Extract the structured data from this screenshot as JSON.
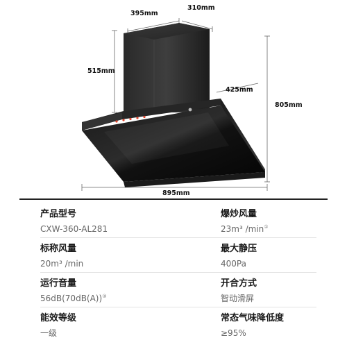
{
  "dimensions": {
    "top_width": "395mm",
    "top_depth": "310mm",
    "chimney_height": "515mm",
    "panel_depth": "425mm",
    "total_height": "805mm",
    "total_width": "895mm"
  },
  "specs": [
    {
      "label": "产品型号",
      "value": "CXW-360-AL281",
      "note": ""
    },
    {
      "label": "爆炒风量",
      "value": "23m³ /min",
      "note": "①"
    },
    {
      "label": "标称风量",
      "value": "20m³ /min",
      "note": ""
    },
    {
      "label": "最大静压",
      "value": "400Pa",
      "note": ""
    },
    {
      "label": "运行音量",
      "value": "56dB(70dB(A))",
      "note": "③"
    },
    {
      "label": "开合方式",
      "value": "智动滑屏",
      "note": ""
    },
    {
      "label": "能效等级",
      "value": "一级",
      "note": ""
    },
    {
      "label": "常态气味降低度",
      "value": "≥95%",
      "note": ""
    }
  ]
}
